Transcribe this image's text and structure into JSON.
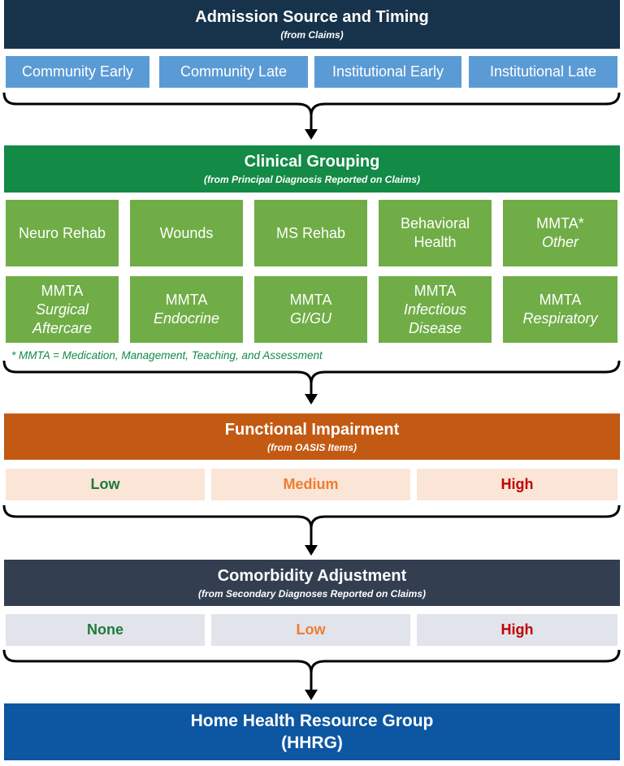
{
  "admission": {
    "title": "Admission Source and Timing",
    "subtitle": "(from Claims)",
    "items": [
      "Community Early",
      "Community Late",
      "Institutional Early",
      "Institutional Late"
    ]
  },
  "clinical": {
    "title": "Clinical Grouping",
    "subtitle": "(from Principal Diagnosis Reported on Claims)",
    "row1": [
      {
        "line1": "Neuro Rehab",
        "line2": ""
      },
      {
        "line1": "Wounds",
        "line2": ""
      },
      {
        "line1": "MS Rehab",
        "line2": ""
      },
      {
        "line1": "Behavioral",
        "line2": "Health"
      },
      {
        "line1": "MMTA*",
        "line2": "Other"
      }
    ],
    "row2": [
      {
        "line1": "MMTA",
        "line2": "Surgical",
        "line3": "Aftercare"
      },
      {
        "line1": "MMTA",
        "line2": "Endocrine",
        "line3": ""
      },
      {
        "line1": "MMTA",
        "line2": "GI/GU",
        "line3": ""
      },
      {
        "line1": "MMTA",
        "line2": "Infectious",
        "line3": "Disease"
      },
      {
        "line1": "MMTA",
        "line2": "Respiratory",
        "line3": ""
      }
    ],
    "footnote": "* MMTA = Medication, Management, Teaching, and Assessment"
  },
  "functional": {
    "title": "Functional Impairment",
    "subtitle": "(from OASIS Items)",
    "levels": [
      "Low",
      "Medium",
      "High"
    ]
  },
  "comorbidity": {
    "title": "Comorbidity Adjustment",
    "subtitle": "(from Secondary Diagnoses Reported on Claims)",
    "levels": [
      "None",
      "Low",
      "High"
    ]
  },
  "hhrg": {
    "title": "Home Health Resource Group",
    "subtitle": "(HHRG)"
  },
  "colors": {
    "admission_header": "#17324b",
    "admission_tile": "#5b9bd5",
    "clinical_header": "#138a46",
    "clinical_tile": "#70ad47",
    "functional_header": "#c35a13",
    "functional_tile": "#fbe5d6",
    "comorbidity_header": "#333f50",
    "comorbidity_tile": "#e1e4ea",
    "hhrg_header": "#0c56a2",
    "level_green": "#1f7a3b",
    "level_orange": "#ed7d31",
    "level_red": "#c00000"
  }
}
